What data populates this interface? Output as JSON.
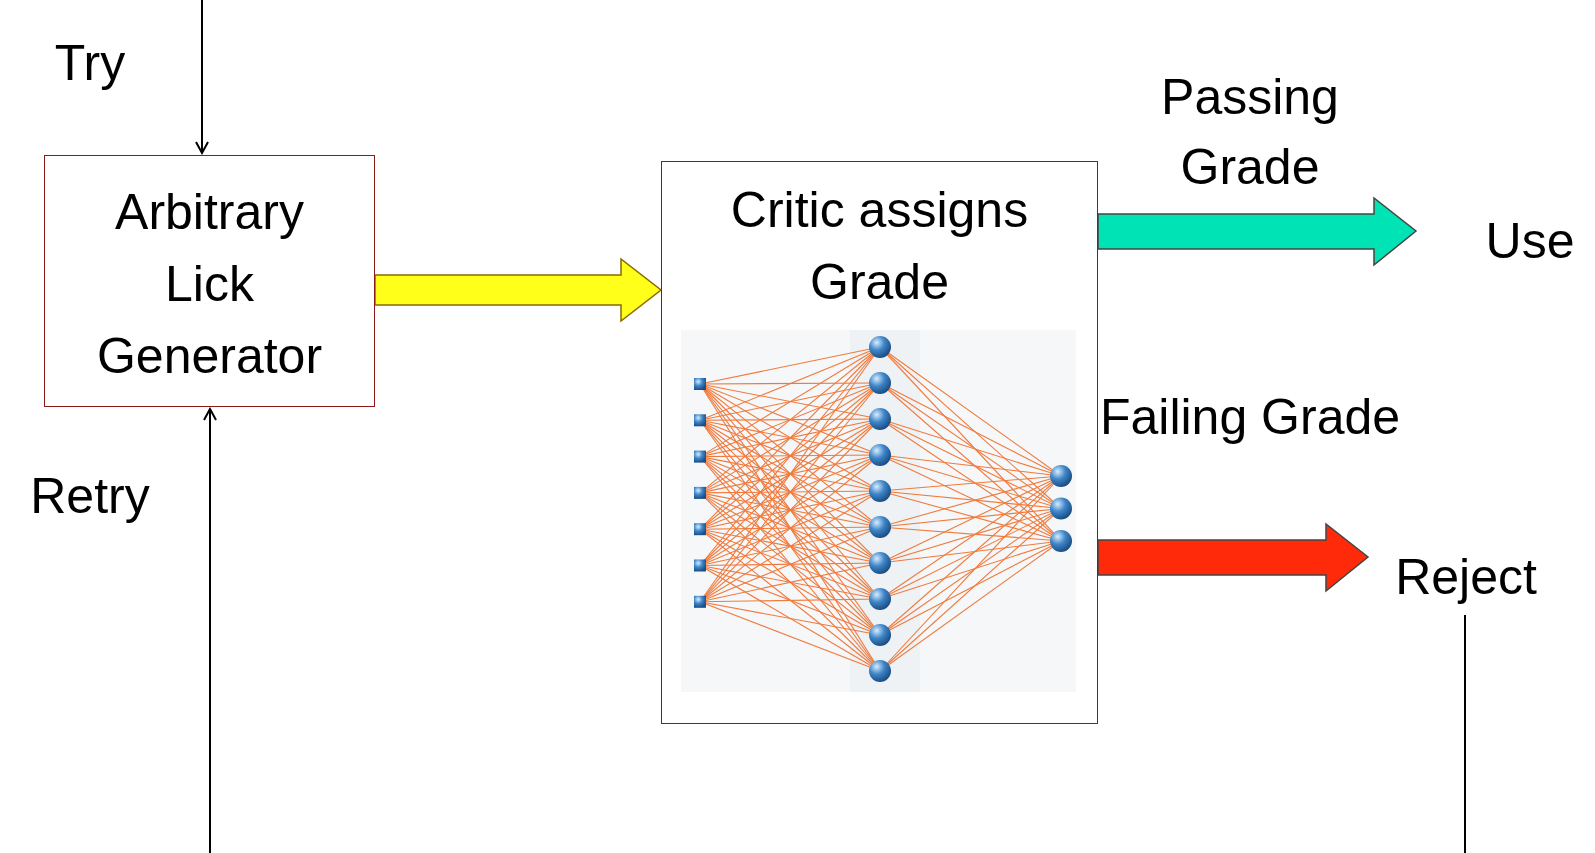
{
  "diagram": {
    "nodes": [
      {
        "text": [
          "Arbitrary Lick Generator"
        ]
      },
      {
        "text": [
          "Critic assigns Grade"
        ]
      }
    ],
    "edges": [
      {
        "from": 0,
        "to": 1,
        "arrow": "to"
      }
    ],
    "labels": [
      "Try",
      "Retry",
      "Passing Grade",
      "Use",
      "Failing Grade",
      "Reject"
    ]
  }
}
